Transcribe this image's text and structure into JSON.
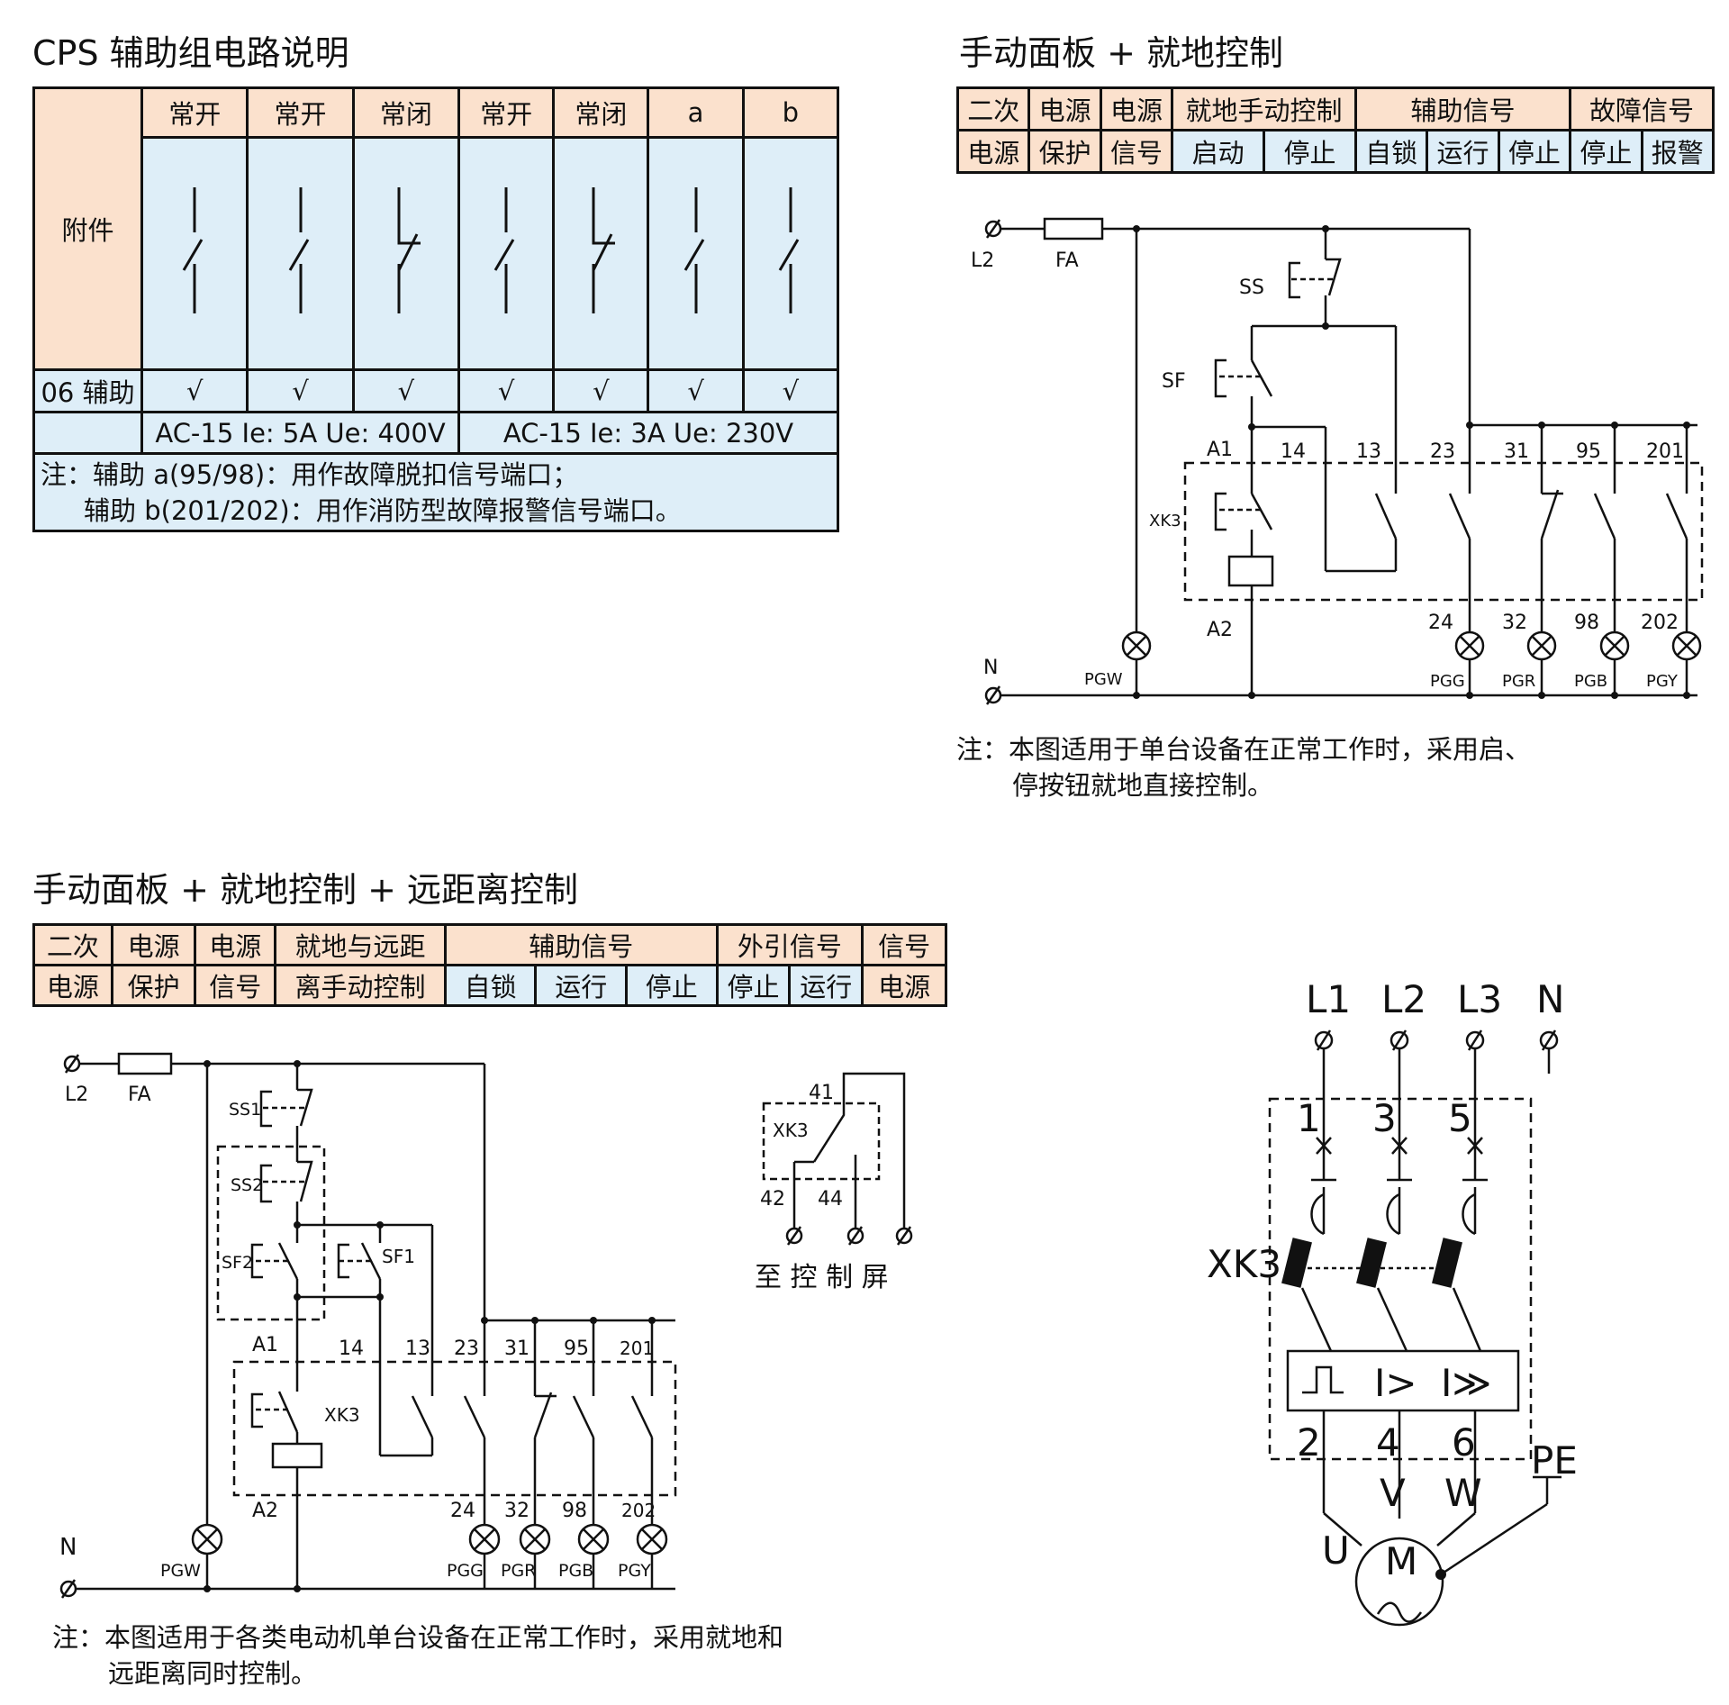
{
  "t1": {
    "title": "CPS 辅助组电路说明",
    "heads": [
      "常开",
      "常开",
      "常闭",
      "常开",
      "常闭",
      "a",
      "b"
    ],
    "attach_label": "附件",
    "row_label": "06 辅助",
    "check": "√",
    "spec1": "AC-15  Ie: 5A  Ue: 400V",
    "spec2": "AC-15   Ie: 3A   Ue: 230V",
    "note1": "注：辅助 a(95/98)：用作故障脱扣信号端口；",
    "note2": "辅助 b(201/202)：用作消防型故障报警信号端口。"
  },
  "t2": {
    "title": "手动面板 + 就地控制",
    "c1": [
      "二次",
      "电源"
    ],
    "c2": [
      "电源",
      "保护"
    ],
    "c3": [
      "电源",
      "信号"
    ],
    "g1": "就地手动控制",
    "g1s": [
      "启动",
      "停止"
    ],
    "g2": "辅助信号",
    "g2s": [
      "自锁",
      "运行",
      "停止"
    ],
    "g3": "故障信号",
    "g3s": [
      "停止",
      "报警"
    ],
    "diagram": {
      "L2": "L2",
      "FA": "FA",
      "SS": "SS",
      "SF": "SF",
      "XK3": "XK3",
      "N": "N",
      "A1": "A1",
      "A2": "A2",
      "t14": "14",
      "t13": "13",
      "t23": "23",
      "t31": "31",
      "t95": "95",
      "t201": "201",
      "t24": "24",
      "t32": "32",
      "t98": "98",
      "t202": "202",
      "PGW": "PGW",
      "PGG": "PGG",
      "PGR": "PGR",
      "PGB": "PGB",
      "PGY": "PGY"
    },
    "note1": "注：本图适用于单台设备在正常工作时，采用启、",
    "note2": "停按钮就地直接控制。"
  },
  "t3": {
    "title": "手动面板 + 就地控制 + 远距离控制",
    "c1": [
      "二次",
      "电源"
    ],
    "c2": [
      "电源",
      "保护"
    ],
    "c3": [
      "电源",
      "信号"
    ],
    "c4": [
      "就地与远距",
      "离手动控制"
    ],
    "g1": "辅助信号",
    "g1s": [
      "自锁",
      "运行",
      "停止"
    ],
    "g2": "外引信号",
    "g2s": [
      "停止",
      "运行"
    ],
    "c5": [
      "信号",
      "电源"
    ],
    "diagram": {
      "L2": "L2",
      "FA": "FA",
      "SS1": "SS1",
      "SS2": "SS2",
      "SF2": "SF2",
      "SF1": "SF1",
      "XK3": "XK3",
      "N": "N",
      "A1": "A1",
      "A2": "A2",
      "t14": "14",
      "t13": "13",
      "t23": "23",
      "t31": "31",
      "t95": "95",
      "t201": "201",
      "t24": "24",
      "t32": "32",
      "t98": "98",
      "t202": "202",
      "PGW": "PGW",
      "PGG": "PGG",
      "PGR": "PGR",
      "PGB": "PGB",
      "PGY": "PGY",
      "t41": "41",
      "t42": "42",
      "t44": "44",
      "to_panel": "至 控 制 屏"
    },
    "note1": "注：本图适用于各类电动机单台设备在正常工作时，采用就地和",
    "note2": "远距离同时控制。"
  },
  "motor": {
    "L1": "L1",
    "L2": "L2",
    "L3": "L3",
    "N": "N",
    "n1": "1",
    "n3": "3",
    "n5": "5",
    "n2": "2",
    "n4": "4",
    "n6": "6",
    "XK3": "XK3",
    "U": "U",
    "V": "V",
    "W": "W",
    "PE": "PE",
    "M": "M",
    "trip1": "I>",
    "trip2": "I≫"
  }
}
